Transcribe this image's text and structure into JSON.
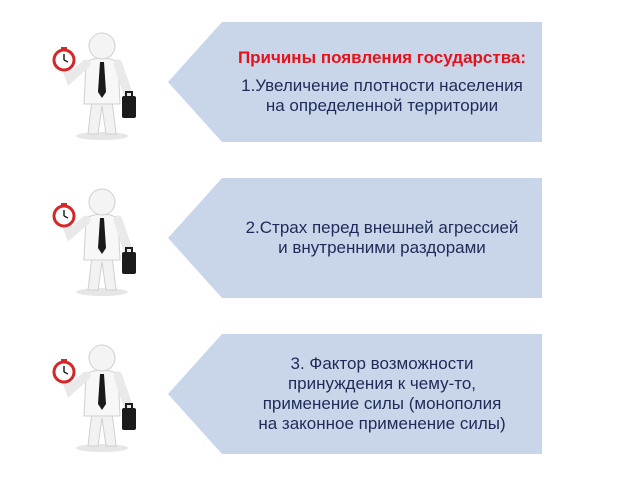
{
  "items": [
    {
      "title": "Причины появления государства:",
      "text": "1.Увеличение плотности населения\nна определенной территории"
    },
    {
      "title": "",
      "text": "2.Страх перед внешней агрессией\nи внутренними раздорами"
    },
    {
      "title": "",
      "text": "3. Фактор возможности\nпринуждения к чему-то,\nприменение силы (монополия\nна законное применение силы)"
    }
  ],
  "colors": {
    "arrow_fill": "#c9d6ea",
    "text": "#1f2a57",
    "title": "#e3121b",
    "clock": "#d62728"
  },
  "icons": [
    "businessman-with-clock-icon"
  ]
}
